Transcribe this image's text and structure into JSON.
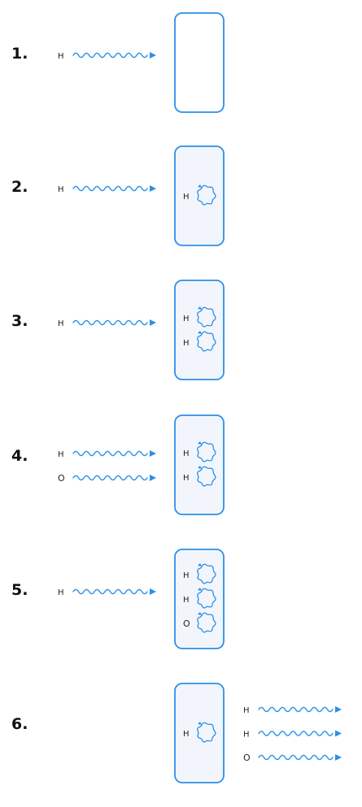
{
  "colors": {
    "accent": "#2b8fe8",
    "box_fill": "#f2f6fc",
    "box_empty_fill": "#ffffff",
    "text": "#111111"
  },
  "steps": [
    {
      "number": "1.",
      "incoming": [
        "H"
      ],
      "inside": [],
      "outgoing": [],
      "filled": false
    },
    {
      "number": "2.",
      "incoming": [
        "H"
      ],
      "inside": [
        "H"
      ],
      "outgoing": [],
      "filled": true
    },
    {
      "number": "3.",
      "incoming": [
        "H"
      ],
      "inside": [
        "H",
        "H"
      ],
      "outgoing": [],
      "filled": true
    },
    {
      "number": "4.",
      "incoming": [
        "H",
        "O"
      ],
      "inside": [
        "H",
        "H"
      ],
      "outgoing": [],
      "filled": true
    },
    {
      "number": "5.",
      "incoming": [
        "H"
      ],
      "inside": [
        "H",
        "H",
        "O"
      ],
      "outgoing": [],
      "filled": true
    },
    {
      "number": "6.",
      "incoming": [],
      "inside": [
        "H"
      ],
      "outgoing": [
        "H",
        "H",
        "O"
      ],
      "filled": true
    }
  ]
}
